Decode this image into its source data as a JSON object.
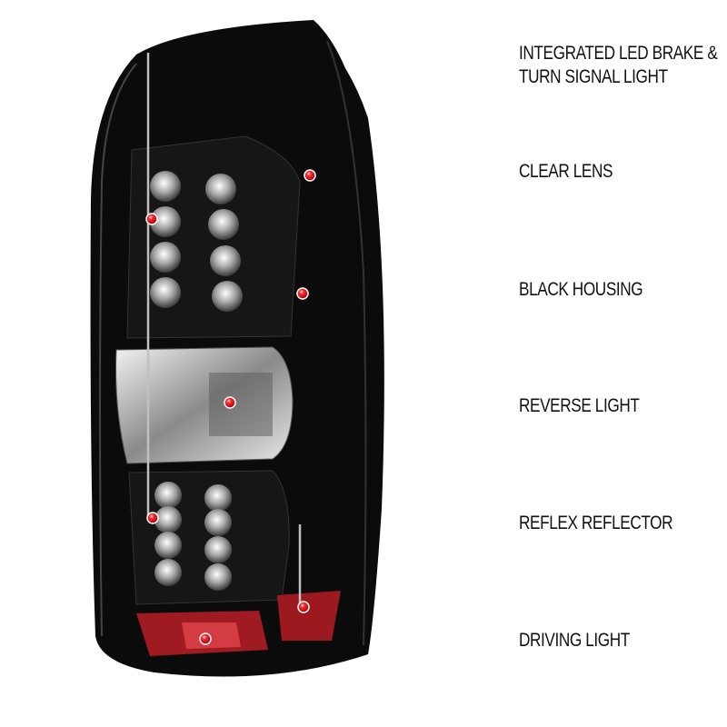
{
  "callouts": [
    {
      "id": "led",
      "line1": "INTEGRATED LED BRAKE &",
      "line2": "TURN SIGNAL LIGHT"
    },
    {
      "id": "lens",
      "line1": "CLEAR LENS"
    },
    {
      "id": "housing",
      "line1": "BLACK HOUSING"
    },
    {
      "id": "reverse",
      "line1": "REVERSE LIGHT"
    },
    {
      "id": "reflector",
      "line1": "REFLEX REFLECTOR"
    },
    {
      "id": "driving",
      "line1": "DRIVING LIGHT"
    }
  ],
  "colors": {
    "accent": "#d0141c",
    "housing": "#0b0b0b",
    "line": "#b5b5b5"
  }
}
